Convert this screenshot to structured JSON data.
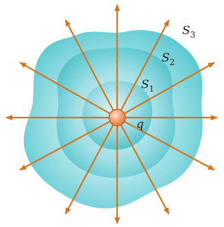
{
  "labels": {
    "s3": {
      "main": "S",
      "sub": "3"
    },
    "s2": {
      "main": "S",
      "sub": "2"
    },
    "s1": {
      "main": "S",
      "sub": "1"
    },
    "charge": "q"
  },
  "colors": {
    "field_line": "#d5741e",
    "surface_fill_light": "#d4f1f4",
    "surface_fill_dark": "#4fc6cf",
    "charge_fill": "#f3a070",
    "charge_edge": "#cf5f24",
    "text": "#1c1c1c"
  },
  "field_lines": {
    "count": 12
  }
}
